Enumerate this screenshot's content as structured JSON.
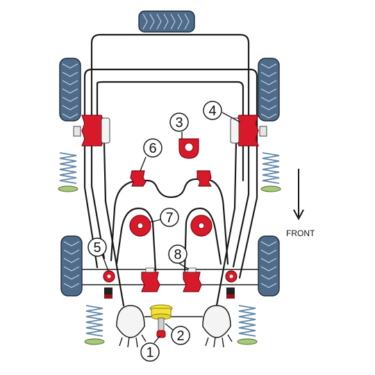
{
  "callouts": [
    "1",
    "2",
    "3",
    "4",
    "5",
    "6",
    "7",
    "8"
  ],
  "direction_label": "FRONT",
  "colors": {
    "bush": "#d8192a",
    "yellow_mount": "#f2e23a",
    "tyre": "#4f6b8a",
    "spring": "#5f86a8",
    "frame": "#1a1a1a"
  }
}
